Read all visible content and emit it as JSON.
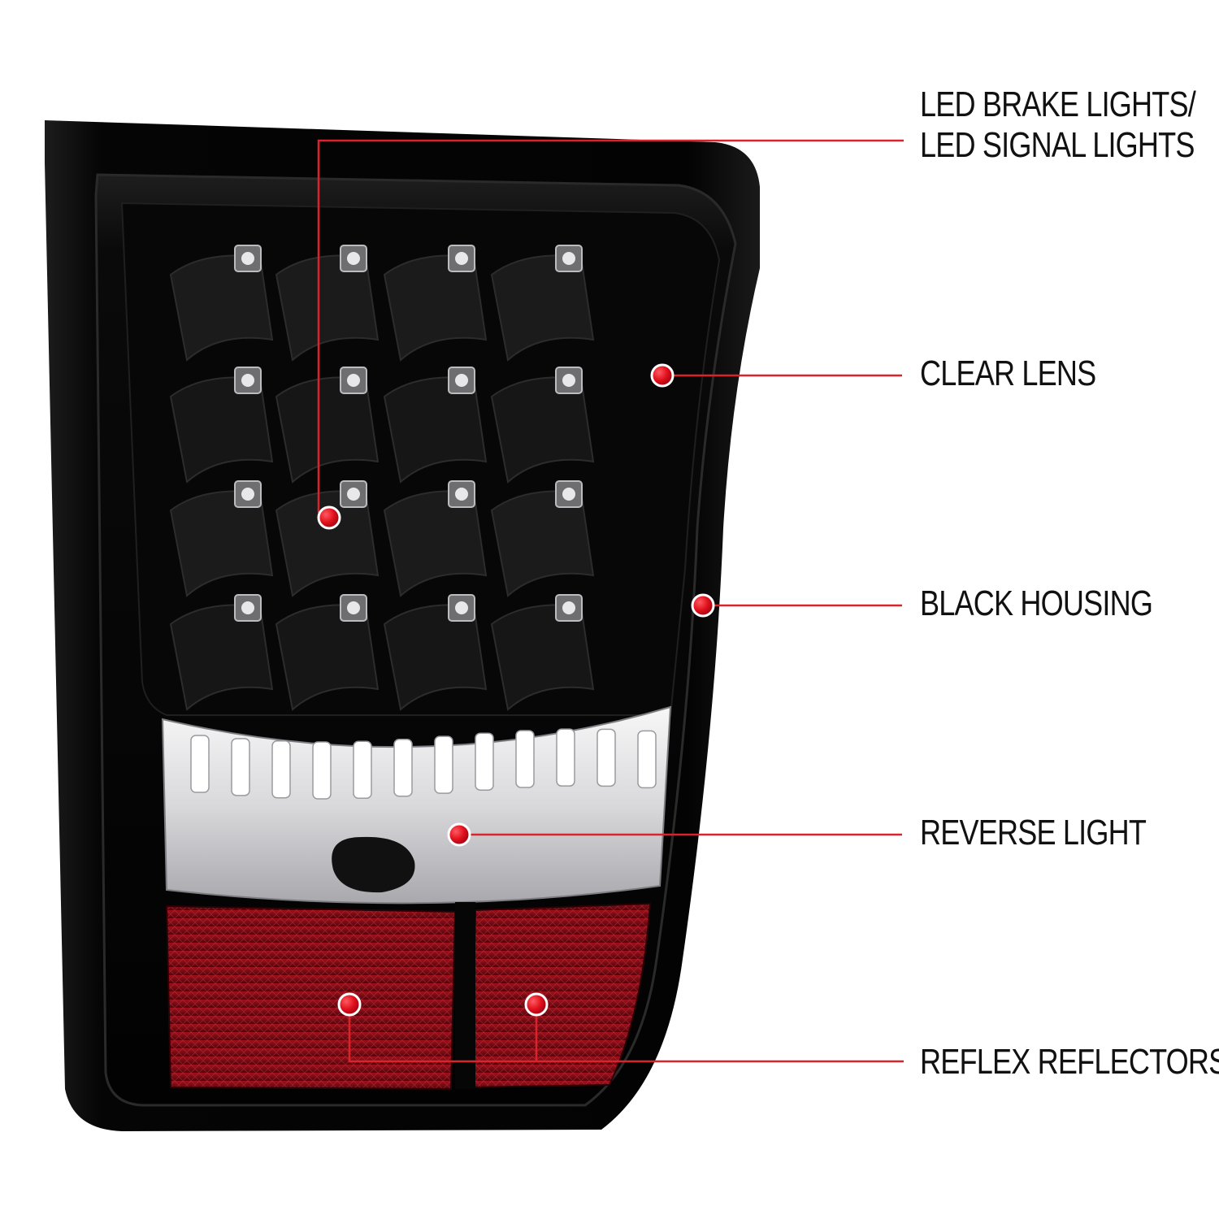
{
  "callouts": {
    "led_lights": {
      "line1": "LED BRAKE LIGHTS/",
      "line2": "LED SIGNAL LIGHTS"
    },
    "clear_lens": "CLEAR LENS",
    "black_housing": "BLACK HOUSING",
    "reverse_light": "REVERSE LIGHT",
    "reflex_reflectors": "REFLEX REFLECTORS"
  },
  "colors": {
    "leader_line": "#d9242b",
    "marker": "#e0101c",
    "housing": "#050505",
    "reflector": "#8a0d16",
    "reverse_lens": "#e8e8ea"
  },
  "icons": {
    "led_module": "led-chip-icon",
    "callout_dot": "callout-marker-icon"
  }
}
